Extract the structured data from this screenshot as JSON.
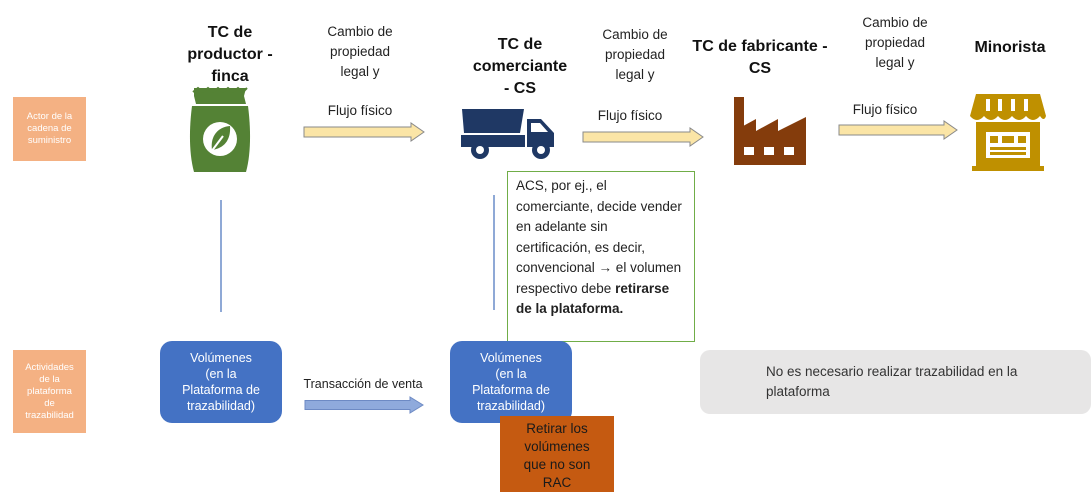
{
  "rows": {
    "supply_actor": "Actor de la\ncadena de\nsuministro",
    "platform_activities": "Actividades\nde la\nplataforma\nde\ntrazabilidad"
  },
  "stages": [
    {
      "title": "TC de\nproductor -\nfinca",
      "icon": "fertilizer-bag-leaf-icon"
    },
    {
      "title": "TC de\ncomerciante\n- CS",
      "icon": "dump-truck-icon"
    },
    {
      "title": "TC de fabricante -\nCS",
      "icon": "factory-icon"
    },
    {
      "title": "Minorista",
      "icon": "market-stall-icon"
    }
  ],
  "flows": [
    {
      "top": "Cambio de\npropiedad\nlegal y",
      "bottom": "Flujo físico"
    },
    {
      "top": "Cambio de\npropiedad\nlegal y",
      "bottom": "Flujo físico"
    },
    {
      "top": "Cambio de\npropiedad\nlegal y",
      "bottom": "Flujo físico"
    }
  ],
  "note": {
    "text": "ACS, por ej., el comerciante, decide vender en adelante sin certificación, es decir, convencional →  el volumen respectivo debe ",
    "bold": "retirarse de la plataforma."
  },
  "platform": {
    "volume_box_1": "Volúmenes\n(en la\nPlataforma de\ntrazabilidad)",
    "sale_label": "Transacción de venta",
    "volume_box_2": "Volúmenes\n(en la\nPlataforma de\ntrazabilidad)",
    "retire_box": "Retirar los\nvolúmenes\nque no son\nRAC",
    "no_trace": "No es necesario realizar trazabilidad en la\nplataforma"
  },
  "colors": {
    "icon_green": "#548235",
    "icon_navy": "#1f3864",
    "icon_brown": "#843c0c",
    "retail_gold": "#bf9000",
    "row_label_orange": "#f4b183",
    "volume_blue": "#4472c4",
    "retire_orange": "#c55a11",
    "note_border_green": "#70ad47",
    "arrow_fill_top": "#fbe5a6",
    "arrow_fill_bottom": "#8faadc"
  }
}
